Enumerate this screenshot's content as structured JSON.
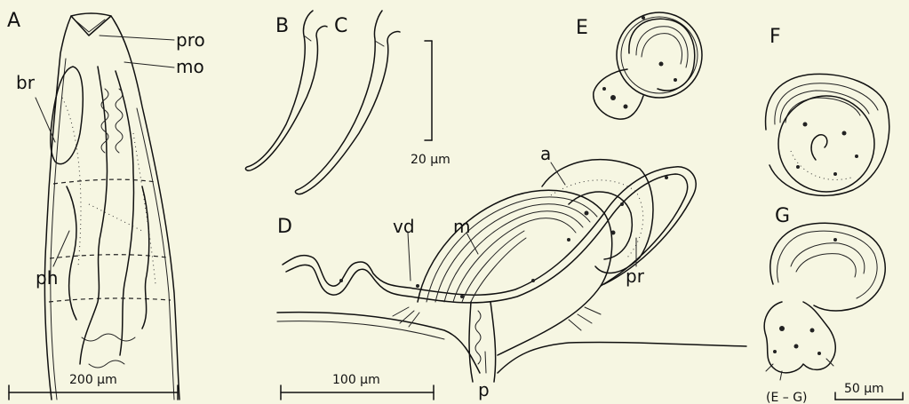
{
  "panels": {
    "a": "A",
    "b": "B",
    "c": "C",
    "d": "D",
    "e": "E",
    "f": "F",
    "g": "G"
  },
  "labels": {
    "pro": "pro",
    "mo": "mo",
    "br": "br",
    "ph": "ph",
    "a": "a",
    "vd": "vd",
    "m": "m",
    "pr": "pr",
    "p": "p"
  },
  "scale_bars": {
    "a": "200 µm",
    "bc": "20 µm",
    "d": "100 µm",
    "eg_group": "(E – G)",
    "eg": "50 µm"
  }
}
